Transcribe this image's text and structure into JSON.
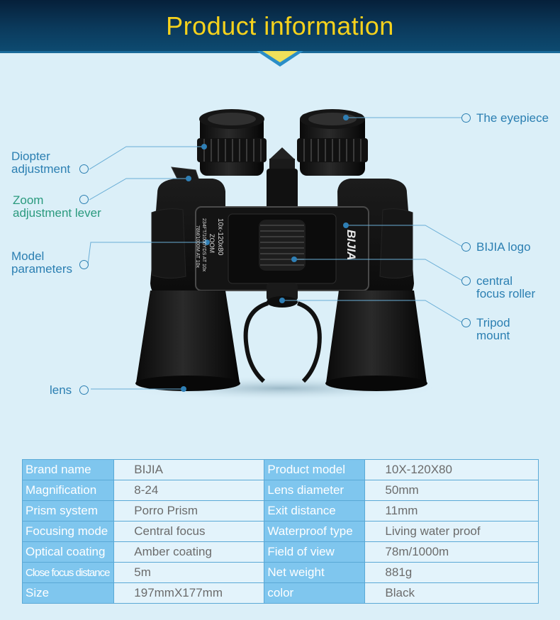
{
  "header": {
    "title": "Product information"
  },
  "callouts": {
    "eyepiece": "The eyepiece",
    "diopter": [
      "Diopter",
      "adjustment"
    ],
    "zoom": [
      "Zoom",
      "adjustment lever"
    ],
    "model": [
      "Model",
      "parameters"
    ],
    "logo": "BIJIA logo",
    "focus": [
      "central",
      "focus roller"
    ],
    "tripod": [
      "Tripod",
      "mount"
    ],
    "lens": "lens"
  },
  "product_print": {
    "brand": "BIJIA",
    "model_line1": "10x-120x80",
    "model_line2": "ZOOM",
    "model_line3": "234FT/1000YDS AT 10x",
    "model_line4": "78M/1000M AT 10x"
  },
  "specs": [
    [
      "Brand name",
      "BIJIA",
      "Product model",
      "10X-120X80"
    ],
    [
      "Magnification",
      "8-24",
      "Lens diameter",
      "50mm"
    ],
    [
      "Prism system",
      "Porro Prism",
      "Exit distance",
      "11mm"
    ],
    [
      "Focusing mode",
      "Central focus",
      "Waterproof type",
      "Living water proof"
    ],
    [
      "Optical coating",
      "Amber coating",
      "Field of view",
      "78m/1000m"
    ],
    [
      "Close focus distance",
      "5m",
      "Net weight",
      "881g"
    ],
    [
      "Size",
      "197mmX177mm",
      "color",
      "Black"
    ]
  ],
  "colors": {
    "banner": "#0b3a5c",
    "title": "#f6d21c",
    "callout": "#2b7fb2",
    "key_cell": "#7fc6ee",
    "value_cell": "#e3f3fb",
    "background": "#dbeff8"
  }
}
